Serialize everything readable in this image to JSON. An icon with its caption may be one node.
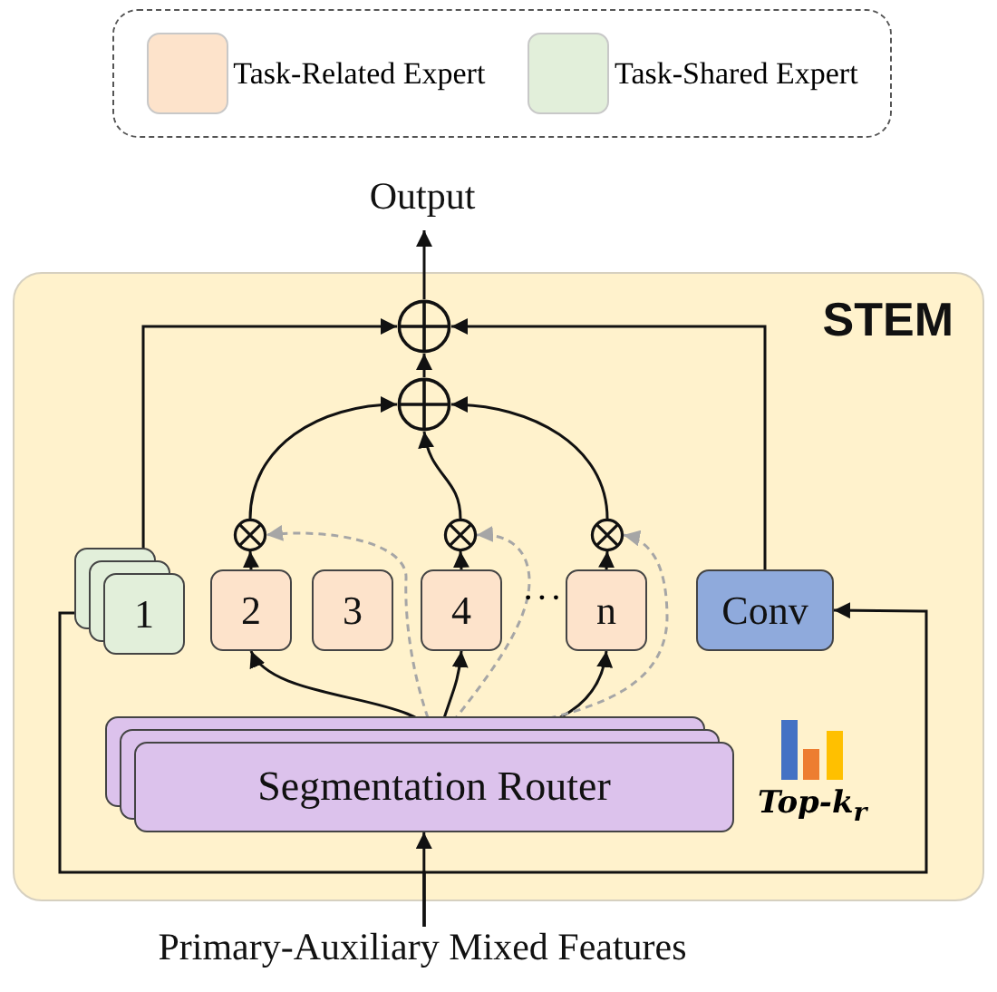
{
  "diagram": {
    "nodes": [
      {
        "text": [
          "STEM"
        ]
      },
      {
        "text": [
          "1"
        ],
        "in": 0
      },
      {
        "text": [
          "2"
        ],
        "in": 0
      },
      {
        "text": [
          "3"
        ],
        "in": 0
      },
      {
        "text": [
          "4"
        ],
        "in": 0
      },
      {
        "text": [
          "n"
        ],
        "in": 0
      },
      {
        "text": [
          "Conv"
        ],
        "in": 0
      },
      {
        "text": [
          "Segmentation Router"
        ],
        "in": 0
      },
      {
        "text": [],
        "shape": "circle",
        "in": 0
      },
      {
        "text": [],
        "shape": "circle",
        "in": 0
      },
      {
        "text": [],
        "shape": "circle",
        "in": 0
      },
      {
        "text": [],
        "shape": "circle",
        "in": 0
      },
      {
        "text": [],
        "shape": "circle",
        "in": 0
      },
      {
        "text": [
          "Output"
        ]
      },
      {
        "text": [
          "Primary-Auxiliary Mixed Features"
        ]
      }
    ],
    "edges": [
      {
        "from": 14,
        "to": 7,
        "arrow": "to"
      },
      {
        "from": 7,
        "to": 2,
        "arrow": "to"
      },
      {
        "from": 7,
        "to": 4,
        "arrow": "to"
      },
      {
        "from": 7,
        "to": 5,
        "arrow": "to"
      },
      {
        "from": 7,
        "to": 10,
        "arrow": "to",
        "style": "dashed",
        "color": "#a6a6a6"
      },
      {
        "from": 7,
        "to": 11,
        "arrow": "to",
        "style": "dashed",
        "color": "#a6a6a6"
      },
      {
        "from": 7,
        "to": 12,
        "arrow": "to",
        "style": "dashed",
        "color": "#a6a6a6"
      },
      {
        "from": 2,
        "to": 10,
        "arrow": "to"
      },
      {
        "from": 4,
        "to": 11,
        "arrow": "to"
      },
      {
        "from": 5,
        "to": 12,
        "arrow": "to"
      },
      {
        "from": 10,
        "to": 9,
        "arrow": "to"
      },
      {
        "from": 11,
        "to": 9,
        "arrow": "to"
      },
      {
        "from": 12,
        "to": 9,
        "arrow": "to"
      },
      {
        "from": 9,
        "to": 8,
        "arrow": "to"
      },
      {
        "from": 1,
        "to": 8,
        "arrow": "to"
      },
      {
        "from": 6,
        "to": 8,
        "arrow": "to"
      },
      {
        "from": 8,
        "to": 13,
        "arrow": "to"
      },
      {
        "from": 14,
        "to": 1,
        "arrow": "to"
      },
      {
        "from": 14,
        "to": 6,
        "arrow": "to"
      }
    ],
    "labels": [
      "···",
      "Top-k$_{r}$"
    ],
    "legend": [
      {
        "text": "Task-Related Expert",
        "color": "#fde3cb"
      },
      {
        "text": "Task-Shared Expert",
        "color": "#e2efda"
      }
    ]
  }
}
